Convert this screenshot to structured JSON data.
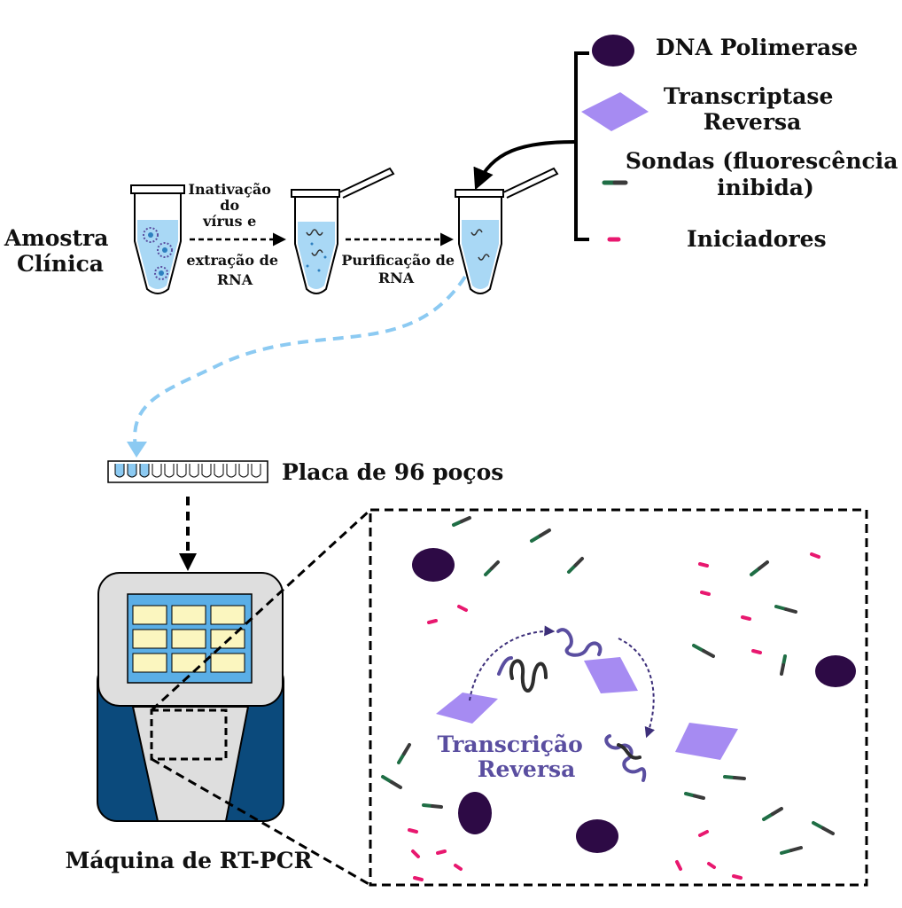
{
  "legend": {
    "items": [
      {
        "name": "DNA Polimerase",
        "lines": [
          "DNA Polimerase"
        ]
      },
      {
        "name": "Transcriptase Reversa",
        "lines": [
          "Transcriptase",
          "Reversa"
        ]
      },
      {
        "name": "Sondas (fluorescência inibida)",
        "lines": [
          "Sondas (fluorescência",
          "inibida)"
        ]
      },
      {
        "name": "Iniciadores",
        "lines": [
          "Iniciadores"
        ]
      }
    ]
  },
  "workflow": {
    "sample_label": [
      "Amostra",
      "Clínica"
    ],
    "step1_label": [
      "Inativação",
      "do",
      "vírus e",
      "extração de",
      "RNA"
    ],
    "step2_label": [
      "Purificação de",
      "RNA"
    ],
    "plate_label": "Placa de 96 poços",
    "machine_label": "Máquina de RT-PCR"
  },
  "zoom": {
    "process_label": [
      "Transcrição",
      "Reversa"
    ]
  },
  "colors": {
    "polymerase": "#2d0a45",
    "transcriptase": "#a68bf2",
    "probe_green": "#1f6e45",
    "probe_dark": "#3a3a3a",
    "primer": "#e8186f",
    "rna": "#5a4ea0",
    "liquid": "#a9d8f5",
    "machine_blue": "#0b4a7c",
    "screen": "#5aaee6",
    "screen_cells": "#fbf6bf",
    "transfer_arrow": "#8ccaf2"
  }
}
